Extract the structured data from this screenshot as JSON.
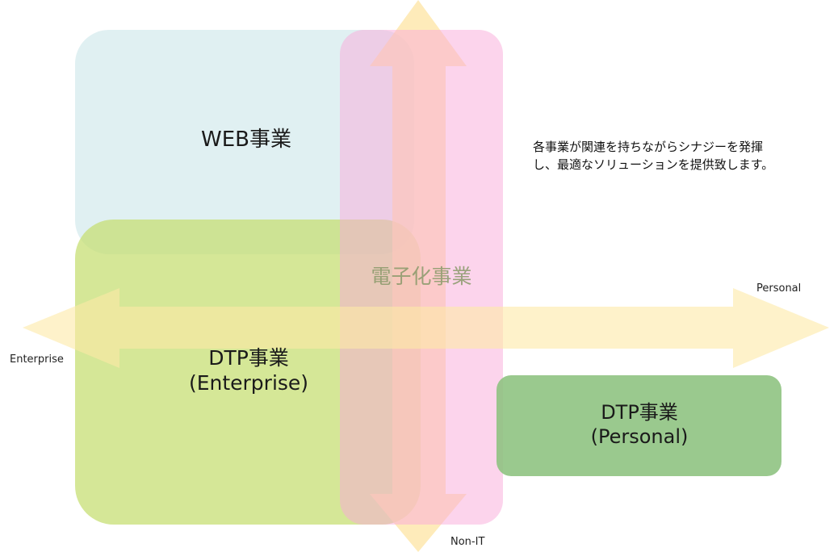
{
  "diagram": {
    "boxes": {
      "web": {
        "line1": "WEB事業",
        "color": "#cde8ec"
      },
      "dtp_enterprise": {
        "line1": "DTP事業",
        "line2": "(Enterprise)",
        "color": "#c6df72"
      },
      "dtp_personal": {
        "line1": "DTP事業",
        "line2": "(Personal)",
        "color": "#8cc27e"
      },
      "digitization": {
        "line1": "電子化事業",
        "color": "#f8b6de"
      }
    },
    "axes": {
      "horizontal": {
        "left_label": "Enterprise",
        "right_label": "Personal",
        "color": "#fde9a6"
      },
      "vertical": {
        "bottom_label": "Non-IT",
        "color": "#fde3a0"
      }
    },
    "description": {
      "line1": "各事業が関連を持ちながらシナジーを発揮",
      "line2": "し、最適なソリューションを提供致します。"
    }
  }
}
